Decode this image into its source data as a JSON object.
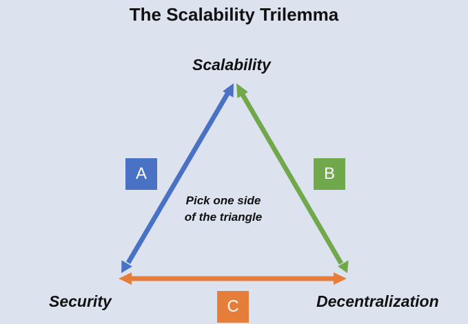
{
  "diagram": {
    "title": "The Scalability Trilemma",
    "vertices": {
      "top": "Scalability",
      "left": "Security",
      "right": "Decentralization"
    },
    "sides": [
      {
        "label": "A",
        "color": "#4A72C4"
      },
      {
        "label": "B",
        "color": "#71A84B"
      },
      {
        "label": "C",
        "color": "#E57E3A"
      }
    ],
    "center_text": [
      "Pick one side",
      "of the triangle"
    ],
    "background_color": "#DCE3EE"
  }
}
